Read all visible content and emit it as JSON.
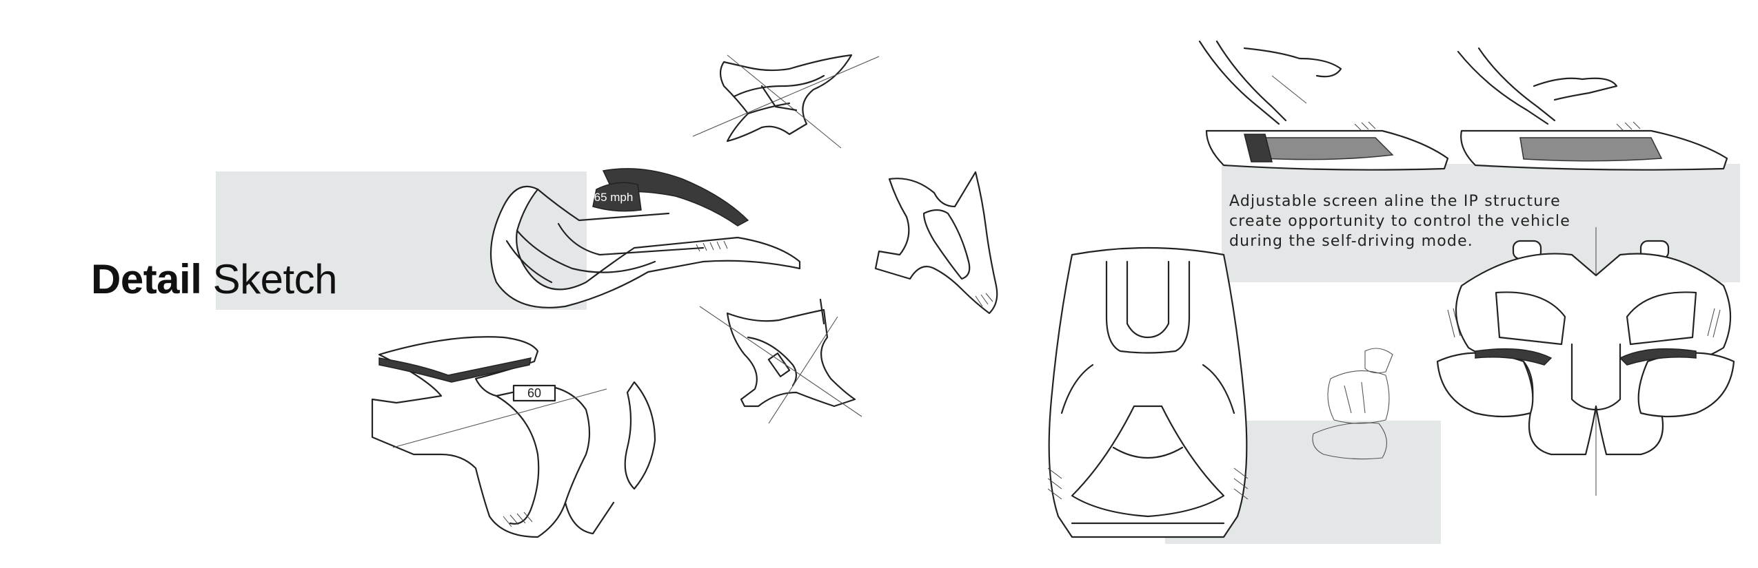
{
  "title": {
    "bold": "Detail",
    "light": "Sketch"
  },
  "caption_lines": [
    "Adjustable screen aline the IP structure",
    "create opportunity to control the vehicle",
    "during the self-driving mode."
  ],
  "display_speed": "65 mph",
  "display_digits": "60",
  "colors": {
    "panel": "#e3e7e8",
    "ink": "#222222",
    "background": "#ffffff"
  }
}
